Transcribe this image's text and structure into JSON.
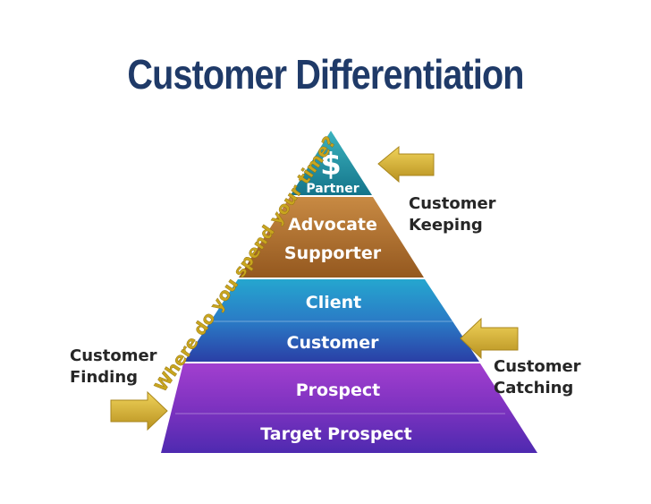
{
  "title": "Customer Differentiation",
  "diagram": {
    "top_symbol": "$",
    "tiers": [
      {
        "key": "partner",
        "lines": [
          "Partner"
        ],
        "color": "#2596a6"
      },
      {
        "key": "advocate_supporter",
        "lines": [
          "Advocate",
          "Supporter"
        ],
        "color": "#b7772e"
      },
      {
        "key": "client",
        "lines": [
          "Client"
        ],
        "color": "#1f8fc4"
      },
      {
        "key": "customer",
        "lines": [
          "Customer"
        ],
        "color": "#2b56b3"
      },
      {
        "key": "prospect",
        "lines": [
          "Prospect"
        ],
        "color": "#8a2fc2"
      },
      {
        "key": "target_prospect",
        "lines": [
          "Target Prospect"
        ],
        "color": "#5b2fb6"
      }
    ],
    "slope_text": "Where do you spend your time?",
    "side_labels": {
      "keeping": [
        "Customer",
        "Keeping"
      ],
      "catching": [
        "Customer",
        "Catching"
      ],
      "finding": [
        "Customer",
        "Finding"
      ]
    },
    "arrow_color": "#d7b329"
  }
}
